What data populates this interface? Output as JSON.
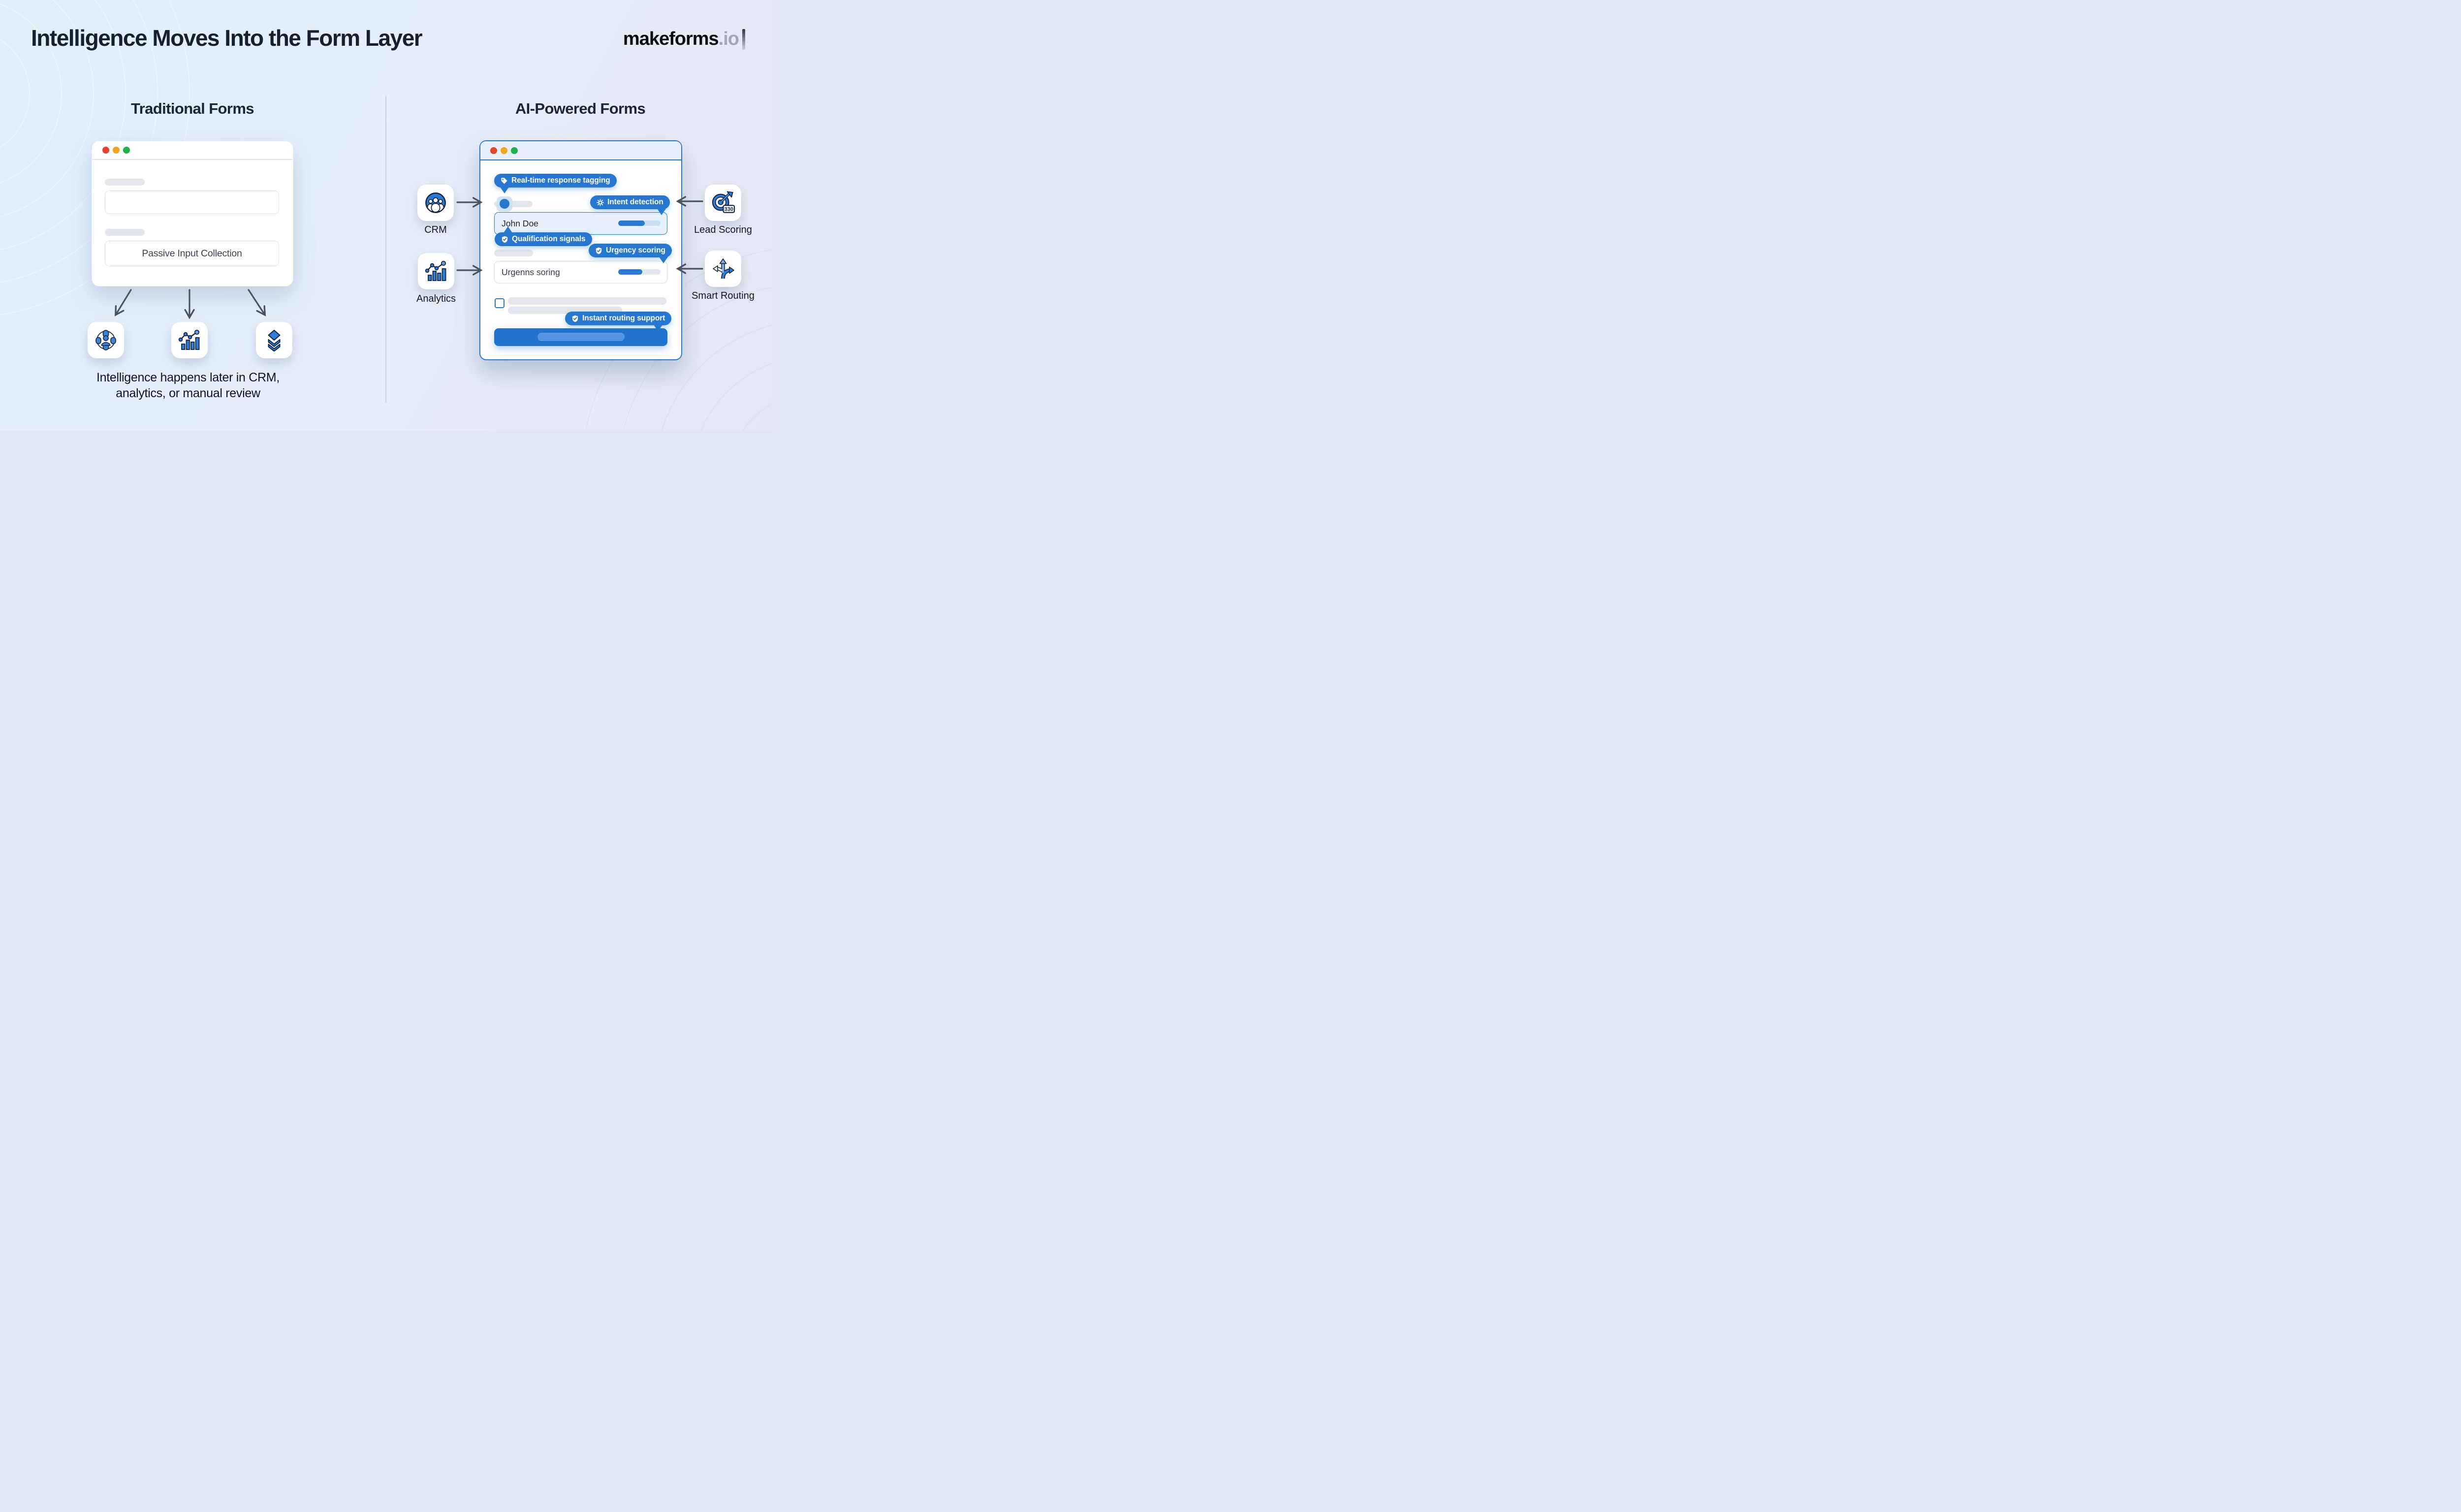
{
  "page": {
    "title": "Intelligence Moves Into the Form Layer"
  },
  "brand": {
    "name": "makeforms",
    "suffix": ".io"
  },
  "left": {
    "heading": "Traditional Forms",
    "window": {
      "input_text": "Passive Input Collection"
    },
    "caption": [
      "Intelligence happens later in CRM,",
      "analytics, or manual review"
    ]
  },
  "right": {
    "heading": "AI-Powered Forms",
    "badges": {
      "tagging": "Real-time response tagging",
      "intent": "Intent detection",
      "qualification": "Qualification signals",
      "urgency": "Urgency scoring",
      "routing": "Instant routing support"
    },
    "form": {
      "name_value": "John Doe",
      "urgency_value": "Urgenns soring"
    },
    "integrations_left": [
      {
        "label": "CRM"
      },
      {
        "label": "Analytics"
      }
    ],
    "integrations_right": [
      {
        "label": "Lead Scoring",
        "score": "330"
      },
      {
        "label": "Smart Routing"
      }
    ]
  },
  "colors": {
    "accent_blue": "#2677cd",
    "window_border_blue": "#2d79c0",
    "traffic_red": "#e8432f",
    "traffic_yellow": "#f4a51c",
    "traffic_green": "#23b14b"
  }
}
